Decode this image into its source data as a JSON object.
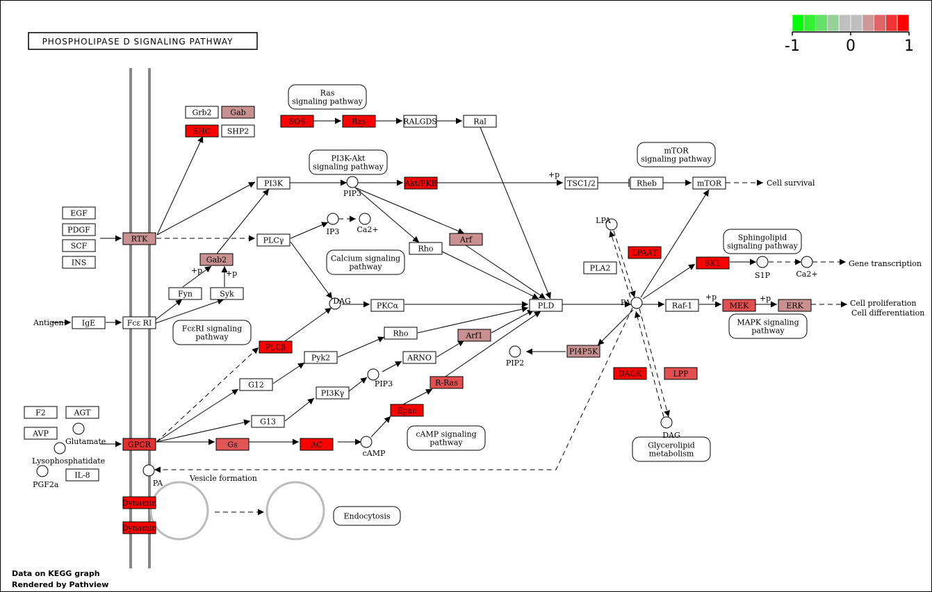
{
  "title": "PHOSPHOLIPASE D SIGNALING PATHWAY",
  "footer": [
    "Data on KEGG graph",
    "Rendered by Pathview"
  ],
  "legend": {
    "colors": [
      "#00ff00",
      "#33f033",
      "#66e066",
      "#99d099",
      "#bfbfbf",
      "#bfbfbf",
      "#d09999",
      "#e06666",
      "#f03333",
      "#ff0000"
    ],
    "labels": [
      "-1",
      "0",
      "1"
    ]
  },
  "genes": [
    {
      "id": "egf",
      "label": "EGF",
      "fill": "#ffffff"
    },
    {
      "id": "pdgf",
      "label": "PDGF",
      "fill": "#ffffff"
    },
    {
      "id": "scf",
      "label": "SCF",
      "fill": "#ffffff"
    },
    {
      "id": "ins",
      "label": "INS",
      "fill": "#ffffff"
    },
    {
      "id": "rtk",
      "label": "RTK",
      "fill": "#c89090"
    },
    {
      "id": "grb2",
      "label": "Grb2",
      "fill": "#ffffff"
    },
    {
      "id": "gab",
      "label": "Gab",
      "fill": "#c89090"
    },
    {
      "id": "shc",
      "label": "SHC",
      "fill": "#ff0000"
    },
    {
      "id": "shp2",
      "label": "SHP2",
      "fill": "#ffffff"
    },
    {
      "id": "sos",
      "label": "SOS",
      "fill": "#ff0000"
    },
    {
      "id": "ras",
      "label": "Ras",
      "fill": "#ff0000"
    },
    {
      "id": "ralgds",
      "label": "RALGDS",
      "fill": "#ffffff"
    },
    {
      "id": "ral",
      "label": "Ral",
      "fill": "#ffffff"
    },
    {
      "id": "pi3k",
      "label": "PI3K",
      "fill": "#ffffff"
    },
    {
      "id": "aktpkb",
      "label": "Akt/PKB",
      "fill": "#ff0000"
    },
    {
      "id": "tsc12",
      "label": "TSC1/2",
      "fill": "#ffffff"
    },
    {
      "id": "rheb",
      "label": "Rheb",
      "fill": "#ffffff"
    },
    {
      "id": "mtor",
      "label": "mTOR",
      "fill": "#ffffff"
    },
    {
      "id": "plcg",
      "label": "PLCγ",
      "fill": "#ffffff"
    },
    {
      "id": "gab2",
      "label": "Gab2",
      "fill": "#c89090"
    },
    {
      "id": "arf",
      "label": "Arf",
      "fill": "#c89090"
    },
    {
      "id": "rho1",
      "label": "Rho",
      "fill": "#ffffff"
    },
    {
      "id": "fyn",
      "label": "Fyn",
      "fill": "#ffffff"
    },
    {
      "id": "syk",
      "label": "Syk",
      "fill": "#ffffff"
    },
    {
      "id": "ige",
      "label": "IgE",
      "fill": "#ffffff"
    },
    {
      "id": "fceri",
      "label": "Fcε RI",
      "fill": "#ffffff"
    },
    {
      "id": "pkca",
      "label": "PKCα",
      "fill": "#ffffff"
    },
    {
      "id": "pld",
      "label": "PLD",
      "fill": "#ffffff"
    },
    {
      "id": "rho2",
      "label": "Rho",
      "fill": "#ffffff"
    },
    {
      "id": "arf1",
      "label": "Arf1",
      "fill": "#c89090"
    },
    {
      "id": "plcb",
      "label": "PLCβ",
      "fill": "#ff0000"
    },
    {
      "id": "pyk2",
      "label": "Pyk2",
      "fill": "#ffffff"
    },
    {
      "id": "arno",
      "label": "ARNO",
      "fill": "#ffffff"
    },
    {
      "id": "g12",
      "label": "G12",
      "fill": "#ffffff"
    },
    {
      "id": "pi3kg",
      "label": "PI3Kγ",
      "fill": "#ffffff"
    },
    {
      "id": "rras",
      "label": "R-Ras",
      "fill": "#e05050"
    },
    {
      "id": "g13",
      "label": "G13",
      "fill": "#ffffff"
    },
    {
      "id": "epac",
      "label": "Epac",
      "fill": "#ff0000"
    },
    {
      "id": "f2",
      "label": "F2",
      "fill": "#ffffff"
    },
    {
      "id": "agt",
      "label": "AGT",
      "fill": "#ffffff"
    },
    {
      "id": "avp",
      "label": "AVP",
      "fill": "#ffffff"
    },
    {
      "id": "il8",
      "label": "IL-8",
      "fill": "#ffffff"
    },
    {
      "id": "gpcr",
      "label": "GPCR",
      "fill": "#e03030"
    },
    {
      "id": "gs",
      "label": "Gs",
      "fill": "#e05555"
    },
    {
      "id": "ac",
      "label": "AC",
      "fill": "#ff0000"
    },
    {
      "id": "dynamin1",
      "label": "Dynamin",
      "fill": "#ff0000"
    },
    {
      "id": "dynamin2",
      "label": "Dynamin",
      "fill": "#ff0000"
    },
    {
      "id": "lpaat",
      "label": "LPAAT",
      "fill": "#ff0000"
    },
    {
      "id": "pla2",
      "label": "PLA2",
      "fill": "#ffffff"
    },
    {
      "id": "sk1",
      "label": "SK1",
      "fill": "#ff0000"
    },
    {
      "id": "raf1",
      "label": "Raf-1",
      "fill": "#ffffff"
    },
    {
      "id": "mek",
      "label": "MEK",
      "fill": "#e05050"
    },
    {
      "id": "erk",
      "label": "ERK",
      "fill": "#c89090"
    },
    {
      "id": "pi4p5k",
      "label": "PI4P5K",
      "fill": "#c89090"
    },
    {
      "id": "dagk",
      "label": "DAGK",
      "fill": "#ff0000"
    },
    {
      "id": "lpp",
      "label": "LPP",
      "fill": "#e05050"
    }
  ],
  "compounds": [
    {
      "id": "pip3a",
      "label": "PIP3"
    },
    {
      "id": "ip3",
      "label": "IP3"
    },
    {
      "id": "ca1",
      "label": "Ca2+"
    },
    {
      "id": "dag1",
      "label": "DAG"
    },
    {
      "id": "pip3b",
      "label": "PIP3"
    },
    {
      "id": "camp",
      "label": "cAMP"
    },
    {
      "id": "pip2",
      "label": "PIP2"
    },
    {
      "id": "lpa",
      "label": "LPA"
    },
    {
      "id": "pa1",
      "label": "PA"
    },
    {
      "id": "s1p",
      "label": "S1P"
    },
    {
      "id": "ca2",
      "label": "Ca2+"
    },
    {
      "id": "dag2",
      "label": "DAG"
    },
    {
      "id": "glutamate",
      "label": "Glutamate"
    },
    {
      "id": "lysophos",
      "label": "Lysophosphatidate"
    },
    {
      "id": "pgf2a",
      "label": "PGF2a"
    },
    {
      "id": "pa2",
      "label": "PA"
    }
  ],
  "pathways": [
    {
      "id": "ras_path",
      "lines": [
        "Ras",
        "signaling pathway"
      ]
    },
    {
      "id": "pi3k_path",
      "lines": [
        "PI3K-Akt",
        "signaling pathway"
      ]
    },
    {
      "id": "mtor_path",
      "lines": [
        "mTOR",
        "signaling pathway"
      ]
    },
    {
      "id": "sphingo_path",
      "lines": [
        "Sphingolipid",
        "signaling pathway"
      ]
    },
    {
      "id": "calcium_path",
      "lines": [
        "Calcium signaling",
        "pathway"
      ]
    },
    {
      "id": "fceri_path",
      "lines": [
        "FcεRI signaling",
        "pathway"
      ]
    },
    {
      "id": "mapk_path",
      "lines": [
        "MAPK signaling",
        "pathway"
      ]
    },
    {
      "id": "camp_path",
      "lines": [
        "cAMP signaling",
        "pathway"
      ]
    },
    {
      "id": "glycero_path",
      "lines": [
        "Glycerolipid",
        "metabolism"
      ]
    },
    {
      "id": "endo_path",
      "lines": [
        "Endocytosis"
      ]
    }
  ],
  "labels": [
    {
      "id": "cell_survival",
      "text": "Cell survival"
    },
    {
      "id": "gene_transcription",
      "text": "Gene transcription"
    },
    {
      "id": "cell_prolif",
      "text": "Cell proliferation"
    },
    {
      "id": "cell_diff",
      "text": "Cell differentiation"
    },
    {
      "id": "antigen",
      "text": "Antigen"
    },
    {
      "id": "vesicle",
      "text": "Vesicle formation"
    },
    {
      "id": "p_tsc",
      "text": "+p"
    },
    {
      "id": "p_gab2a",
      "text": "+p"
    },
    {
      "id": "p_gab2b",
      "text": "+p"
    },
    {
      "id": "p_mek",
      "text": "+p"
    },
    {
      "id": "p_erk",
      "text": "+p"
    }
  ]
}
